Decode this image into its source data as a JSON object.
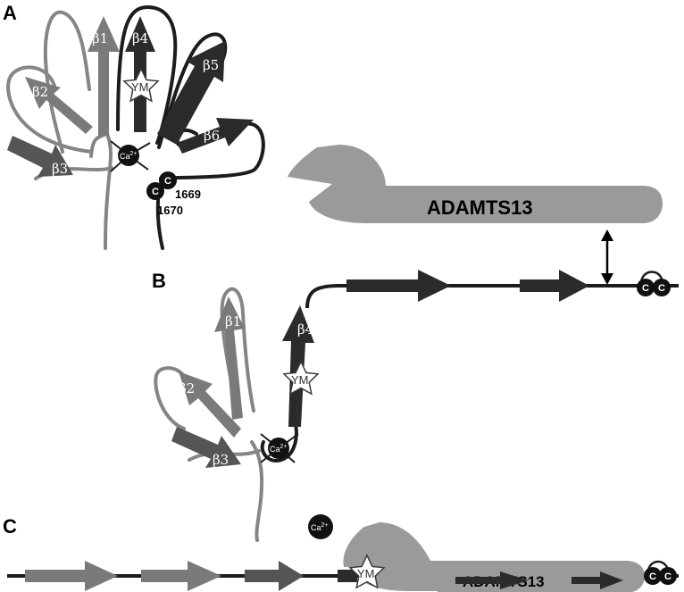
{
  "panels": {
    "a": "A",
    "b": "B",
    "c": "C"
  },
  "strands": {
    "b1": "β1",
    "b2": "β2",
    "b3": "β3",
    "b4": "β4",
    "b5": "β5",
    "b6": "β6"
  },
  "ym": "YM",
  "calcium": {
    "symbol": "Ca",
    "charge": "2+"
  },
  "residues": {
    "r1669": "1669",
    "r1670": "1670"
  },
  "cysteine": "C",
  "enzyme": "ADAMTS13",
  "colors": {
    "light_strand": "#7a7a7a",
    "dark_strand": "#2b2b2b",
    "loop_light": "#858585",
    "loop_dark": "#1c1c1c",
    "enzyme": "#9a9a9a",
    "ion": "#111111"
  }
}
